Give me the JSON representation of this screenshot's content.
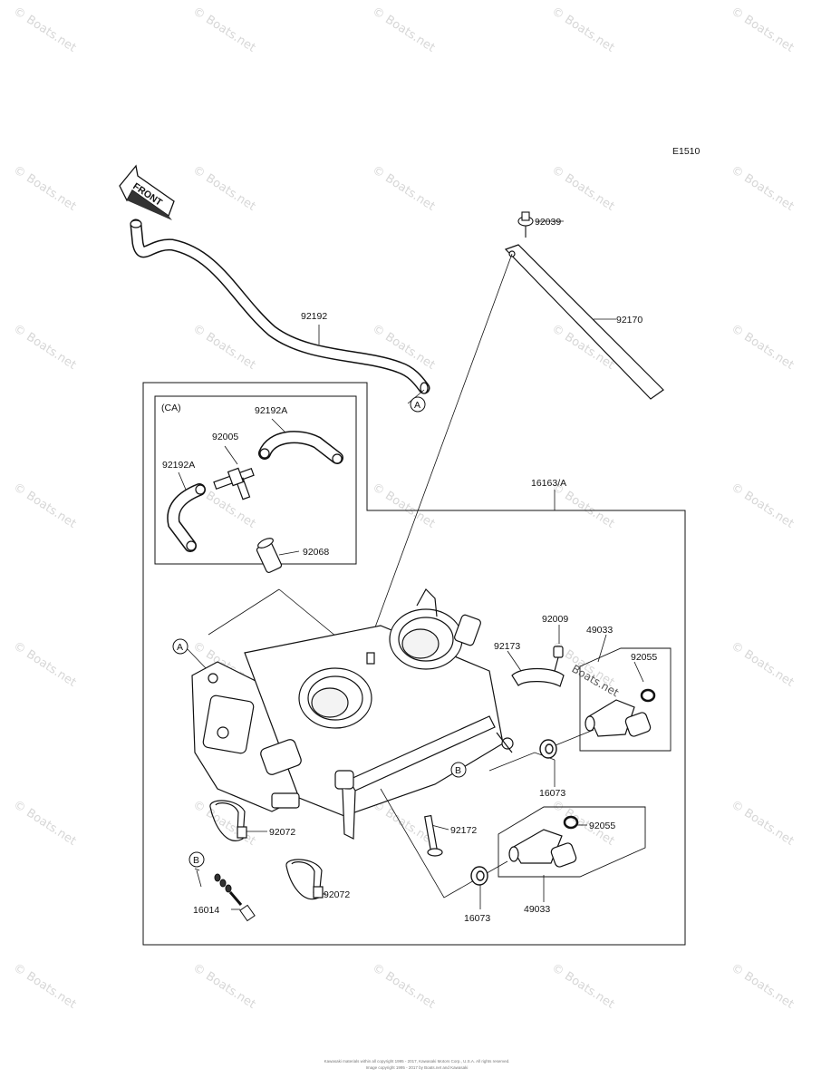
{
  "diagram_code": "E1510",
  "front_label": "FRONT",
  "inset_region_label": "(CA)",
  "callouts": {
    "a": "A",
    "b": "B"
  },
  "parts": {
    "p92039": "92039",
    "p92170": "92170",
    "p92192": "92192",
    "p92192a_top": "92192A",
    "p92005": "92005",
    "p92192a_left": "92192A",
    "p16163a": "16163/A",
    "p92068": "92068",
    "p92009": "92009",
    "p49033_top": "49033",
    "p92173": "92173",
    "p92055_top": "92055",
    "p16073_top": "16073",
    "p92072_left": "92072",
    "p92172": "92172",
    "p92055_bottom": "92055",
    "p16014": "16014",
    "p92072_bottom": "92072",
    "p16073_bottom": "16073",
    "p49033_bottom": "49033"
  },
  "watermark": "© Boats.net",
  "overlay_watermark": "Boats.net",
  "footer_line1": "Kawasaki materials within all copyright 1995 - 2017, Kawasaki Motors Corp., U.S.A. All rights reserved.",
  "footer_line2": "Image copyright 1995 - 2017 by Boats.net and Kawasaki"
}
